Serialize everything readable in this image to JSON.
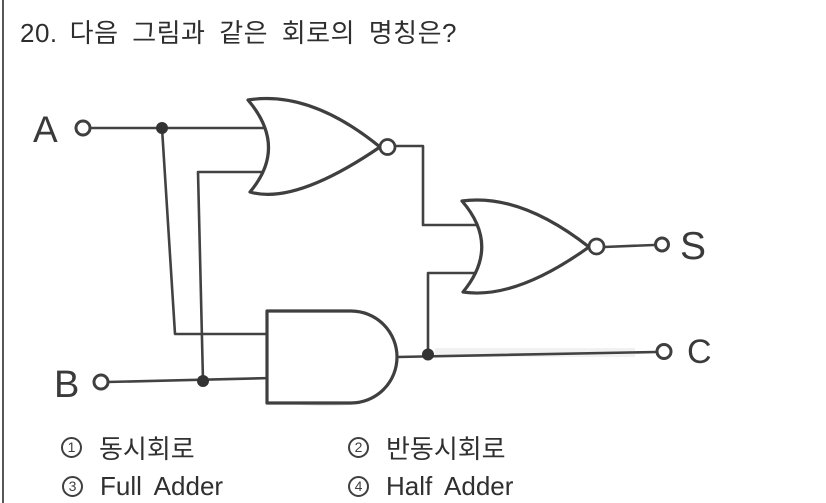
{
  "question": {
    "number": "20.",
    "text": "다음 그림과 같은 회로의 명칭은?"
  },
  "circuit": {
    "terminals": {
      "input_a": "A",
      "input_b": "B",
      "sum_output": "S",
      "carry_output": "C"
    }
  },
  "options": [
    {
      "number": "1",
      "label": "동시회로"
    },
    {
      "number": "2",
      "label": "반동시회로"
    },
    {
      "number": "3",
      "label": "Full Adder"
    },
    {
      "number": "4",
      "label": "Half Adder"
    }
  ],
  "colors": {
    "ink": "#424242",
    "text": "#2e2e2e",
    "background": "#ffffff"
  }
}
